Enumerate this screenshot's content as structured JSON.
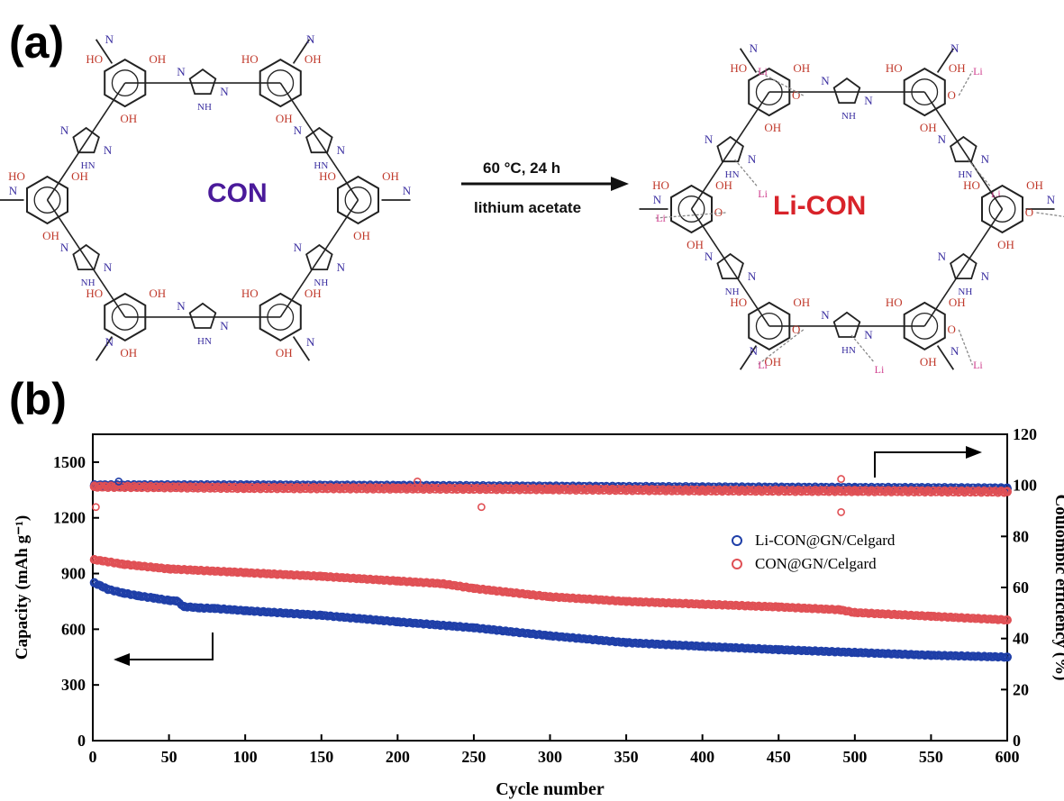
{
  "panel_a": {
    "label": "(a)",
    "left_framework": {
      "name": "CON",
      "color": "#4a1a9a"
    },
    "right_framework": {
      "name": "Li-CON",
      "color": "#d8232a"
    },
    "arrow_condition_top": "60 °C, 24 h",
    "arrow_condition_bottom": "lithium acetate",
    "atom_labels": {
      "hydroxyl": "HO",
      "hydroxyl_alt": "OH",
      "imine": "N",
      "triazole_nh": "NH",
      "triazole_hn": "HN",
      "oxygen": "O",
      "lithium": "Li"
    }
  },
  "panel_b": {
    "label": "(b)"
  },
  "chart_data": {
    "type": "scatter",
    "xlabel": "Cycle number",
    "ylabel": "Capacity (mAh g⁻¹)",
    "y2label": "Coulombic efficiency (%)",
    "xlim": [
      0,
      600
    ],
    "ylim": [
      0,
      1650
    ],
    "y2lim": [
      0,
      120
    ],
    "x_ticks": [
      0,
      50,
      100,
      150,
      200,
      250,
      300,
      350,
      400,
      450,
      500,
      550,
      600
    ],
    "y_ticks": [
      0,
      300,
      600,
      900,
      1200,
      1500
    ],
    "y2_ticks": [
      0,
      20,
      40,
      60,
      80,
      100,
      120
    ],
    "legend_position": "center-right",
    "series": [
      {
        "name": "Li-CON@GN/Celgard",
        "color": "#1f3fa8",
        "axis": "left",
        "x": [
          1,
          10,
          20,
          30,
          40,
          50,
          55,
          60,
          70,
          80,
          100,
          150,
          200,
          250,
          300,
          350,
          400,
          450,
          500,
          550,
          600
        ],
        "values": [
          850,
          815,
          795,
          780,
          768,
          755,
          752,
          722,
          715,
          712,
          700,
          675,
          640,
          608,
          565,
          528,
          508,
          490,
          475,
          460,
          450
        ]
      },
      {
        "name": "CON@GN/Celgard",
        "color": "#e05055",
        "axis": "left",
        "x": [
          1,
          20,
          50,
          100,
          150,
          200,
          230,
          250,
          300,
          350,
          400,
          450,
          490,
          500,
          550,
          600
        ],
        "values": [
          975,
          950,
          925,
          905,
          885,
          860,
          845,
          820,
          775,
          750,
          735,
          720,
          705,
          690,
          670,
          650
        ]
      }
    ],
    "efficiency_series": [
      {
        "name": "Li-CON@GN/Celgard",
        "color": "#1f3fa8",
        "axis": "right",
        "x": [
          1,
          100,
          200,
          300,
          400,
          500,
          600
        ],
        "values": [
          100,
          100,
          99.8,
          99.5,
          99.2,
          99.0,
          98.8
        ]
      },
      {
        "name": "CON@GN/Celgard",
        "color": "#e05055",
        "axis": "right",
        "x": [
          1,
          100,
          200,
          300,
          400,
          500,
          600
        ],
        "values": [
          99.5,
          99.0,
          98.8,
          98.5,
          98.0,
          97.8,
          97.5
        ]
      }
    ],
    "efficiency_outliers": [
      {
        "x": 2,
        "value": 91.5,
        "color": "#e05055"
      },
      {
        "x": 17,
        "value": 101.5,
        "color": "#1f3fa8"
      },
      {
        "x": 213,
        "value": 101.5,
        "color": "#e05055"
      },
      {
        "x": 255,
        "value": 91.5,
        "color": "#e05055"
      },
      {
        "x": 491,
        "value": 102.5,
        "color": "#e05055"
      },
      {
        "x": 491,
        "value": 89.5,
        "color": "#e05055"
      }
    ]
  }
}
